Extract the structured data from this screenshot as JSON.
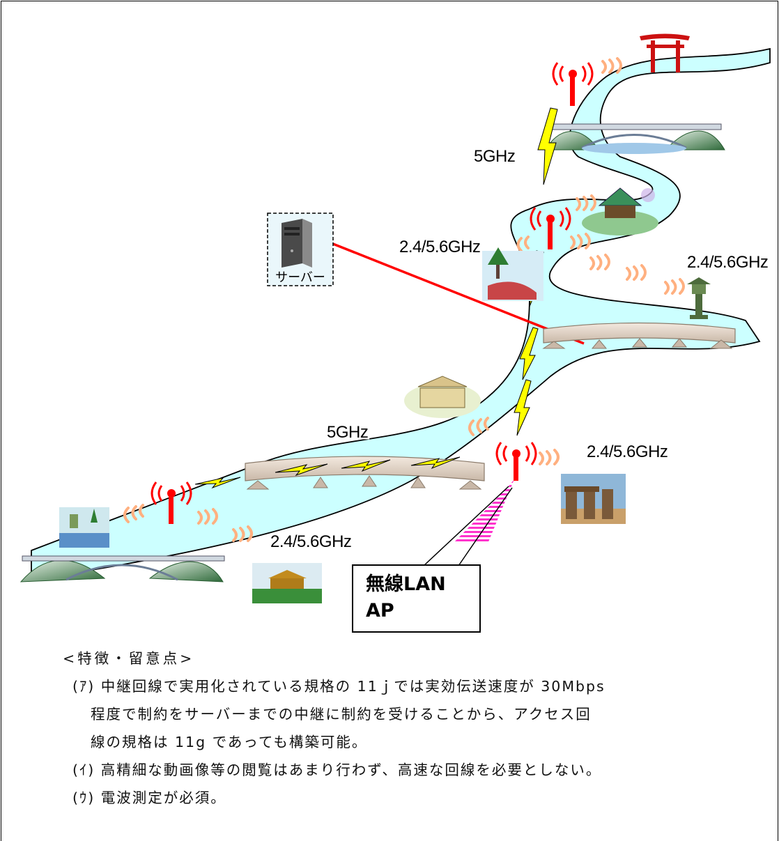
{
  "labels": {
    "freq_top": "5GHz",
    "freq_mid_left": "2.4/5.6GHz",
    "freq_mid_right": "2.4/5.6GHz",
    "freq_low": "5GHz",
    "freq_low_right": "2.4/5.6GHz",
    "freq_bottom": "2.4/5.6GHz",
    "server": "サーバー",
    "ap_line1": "無線LAN",
    "ap_line2": "AP"
  },
  "notes": {
    "heading": "<特徴・留意点>",
    "item_a_line1": "(ｱ) 中継回線で実用化されている規格の 11ｊでは実効伝送速度が 30Mbps",
    "item_a_line2": "程度で制約をサーバーまでの中継に制約を受けることから、アクセス回",
    "item_a_line3": "線の規格は 11g であっても構築可能。",
    "item_b": "(ｲ) 高精細な動画像等の閲覧はあまり行わず、高速な回線を必要としない。",
    "item_c": "(ｳ) 電波測定が必須。"
  },
  "icons": [
    "antenna-icon",
    "signal-wave-icon",
    "lightning-link-icon",
    "bridge-icon",
    "server-icon",
    "torii-icon",
    "pavilion-icon",
    "garden-icon",
    "lantern-icon",
    "temple-icon",
    "stonehenge-icon",
    "palace-icon",
    "pond-icon"
  ],
  "colors": {
    "river": "#ccffff",
    "antenna": "#ff0000",
    "wireless_link": "#ffff00",
    "wave": "#ffb080",
    "server_link": "#ff0000",
    "ap_coverage": "#ff33cc"
  }
}
